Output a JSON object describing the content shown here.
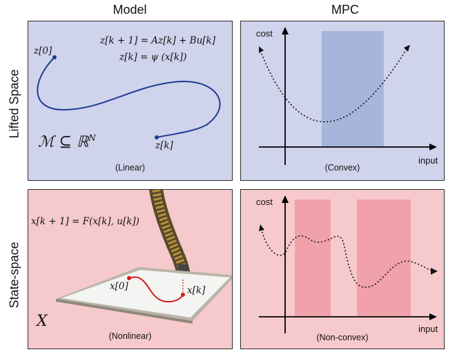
{
  "columns": {
    "model": "Model",
    "mpc": "MPC"
  },
  "rows": {
    "lifted": "Lifted Space",
    "state": "State-space"
  },
  "lifted_model": {
    "eq1": "z[k + 1] = Az[k] + Bu[k]",
    "eq2": "z[k] = ψ (x[k])",
    "start_label": "z[0]",
    "end_label": "z[k]",
    "manifold": "ℳ ⊆ ℝ",
    "manifold_sup": "N",
    "caption": "(Linear)"
  },
  "lifted_mpc": {
    "y_axis": "cost",
    "x_axis": "input",
    "caption": "(Convex)"
  },
  "state_model": {
    "eq": "x[k + 1] = F(x[k], u[k])",
    "start_label": "x[0]",
    "end_label": "x[k]",
    "space_label": "X",
    "caption": "(Nonlinear)"
  },
  "state_mpc": {
    "y_axis": "cost",
    "x_axis": "input",
    "caption": "(Non-convex)"
  },
  "colors": {
    "lifted_bg": "#cfd3ec",
    "lifted_band": "#9fb0d8",
    "state_bg": "#f6c9cc",
    "state_band": "#ee9aa3",
    "trajectory_blue": "#1f3a93",
    "trajectory_red": "#d11b1b"
  }
}
